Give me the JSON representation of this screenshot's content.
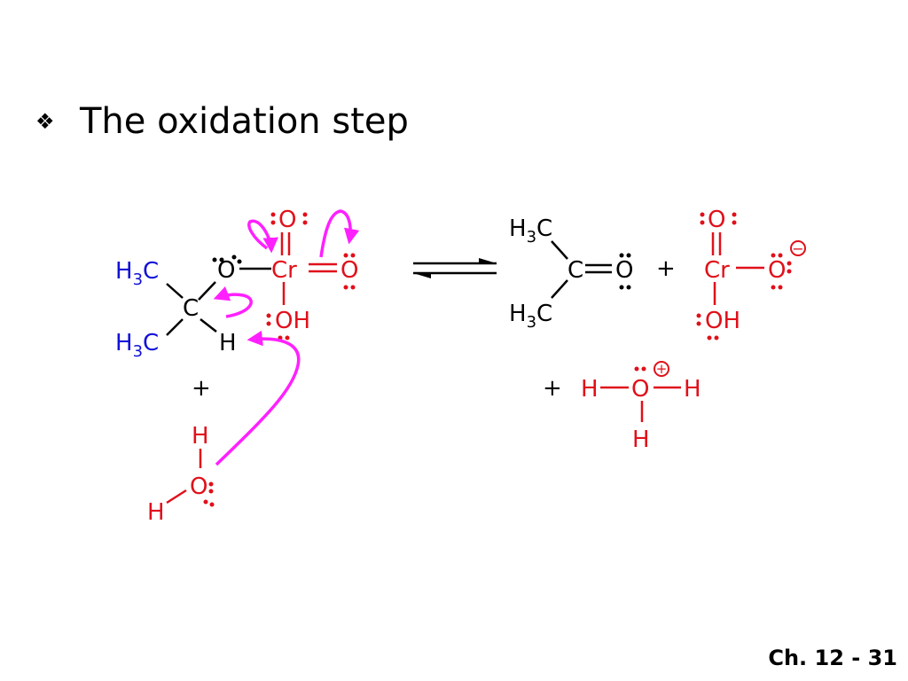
{
  "slide": {
    "bullet_icon": "four-diamond-bullet-icon",
    "bullet_glyph": "❖",
    "title": "The oxidation step",
    "footer": "Ch. 12 - 31"
  },
  "colors": {
    "methyl": "#1010d8",
    "chromium_species": "#e0101a",
    "arrows": "#ff20ff",
    "text": "#000000"
  },
  "reactants": {
    "chromate_ester": {
      "methyl_top": "H3C",
      "methyl_bottom": "H3C",
      "carbon": "C",
      "hydrogen": "H",
      "ester_oxygen": "O",
      "chromium": "Cr",
      "oxo_top": "O",
      "oxo_right": "O",
      "hydroxyl": "OH"
    },
    "plus": "+",
    "water": {
      "oxygen": "O",
      "h_top": "H",
      "h_left": "H"
    }
  },
  "products": {
    "acetone": {
      "methyl_top": "H3C",
      "methyl_bottom": "H3C",
      "carbon": "C",
      "oxygen": "O"
    },
    "plus_1": "+",
    "chromium_species": {
      "chromium": "Cr",
      "oxo_top": "O",
      "oxo_right": "O",
      "hydroxyl": "OH",
      "charge": "−"
    },
    "plus_2": "+",
    "hydronium": {
      "oxygen": "O",
      "h_left": "H",
      "h_right": "H",
      "h_bottom": "H",
      "charge": "+"
    }
  }
}
